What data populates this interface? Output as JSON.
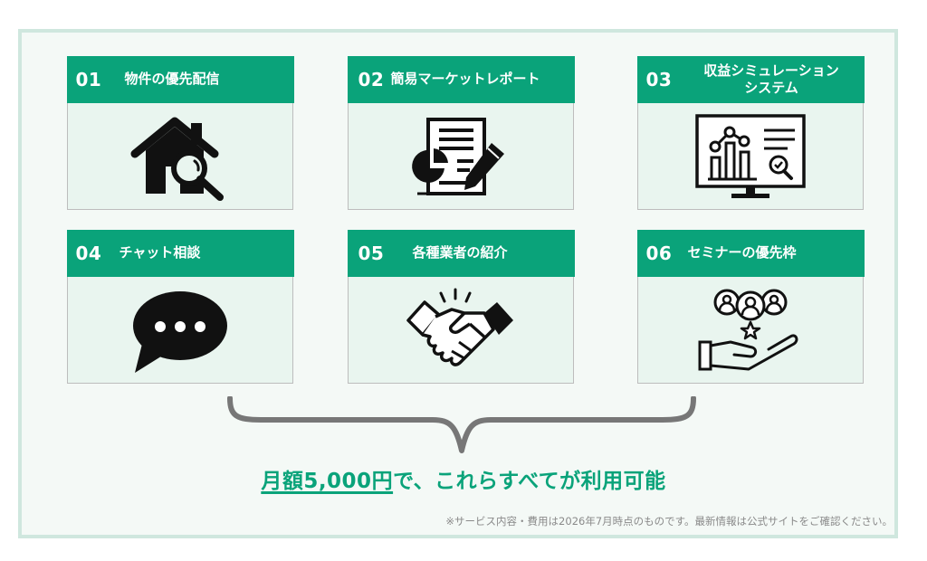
{
  "cards": [
    {
      "num": "01",
      "title": "物件の優先配信",
      "icon": "house-search-icon"
    },
    {
      "num": "02",
      "title": "簡易マーケットレポート",
      "icon": "report-icon"
    },
    {
      "num": "03",
      "title_line1": "収益シミュレーション",
      "title_line2": "システム",
      "icon": "monitor-chart-icon"
    },
    {
      "num": "04",
      "title": "チャット相談",
      "icon": "chat-bubble-icon"
    },
    {
      "num": "05",
      "title": "各種業者の紹介",
      "icon": "handshake-icon"
    },
    {
      "num": "06",
      "title": "セミナーの優先枠",
      "icon": "hand-people-icon"
    }
  ],
  "headline": {
    "price": "月額5,000円",
    "rest": "で、これらすべてが利用可能"
  },
  "footnote": "※サービス内容・費用は2026年7月時点のものです。最新情報は公式サイトをご確認ください。",
  "colors": {
    "accent": "#0aa37a",
    "card_bg": "#e9f5ef",
    "panel_bg": "#f4f9f6",
    "border": "#cfe7de"
  }
}
